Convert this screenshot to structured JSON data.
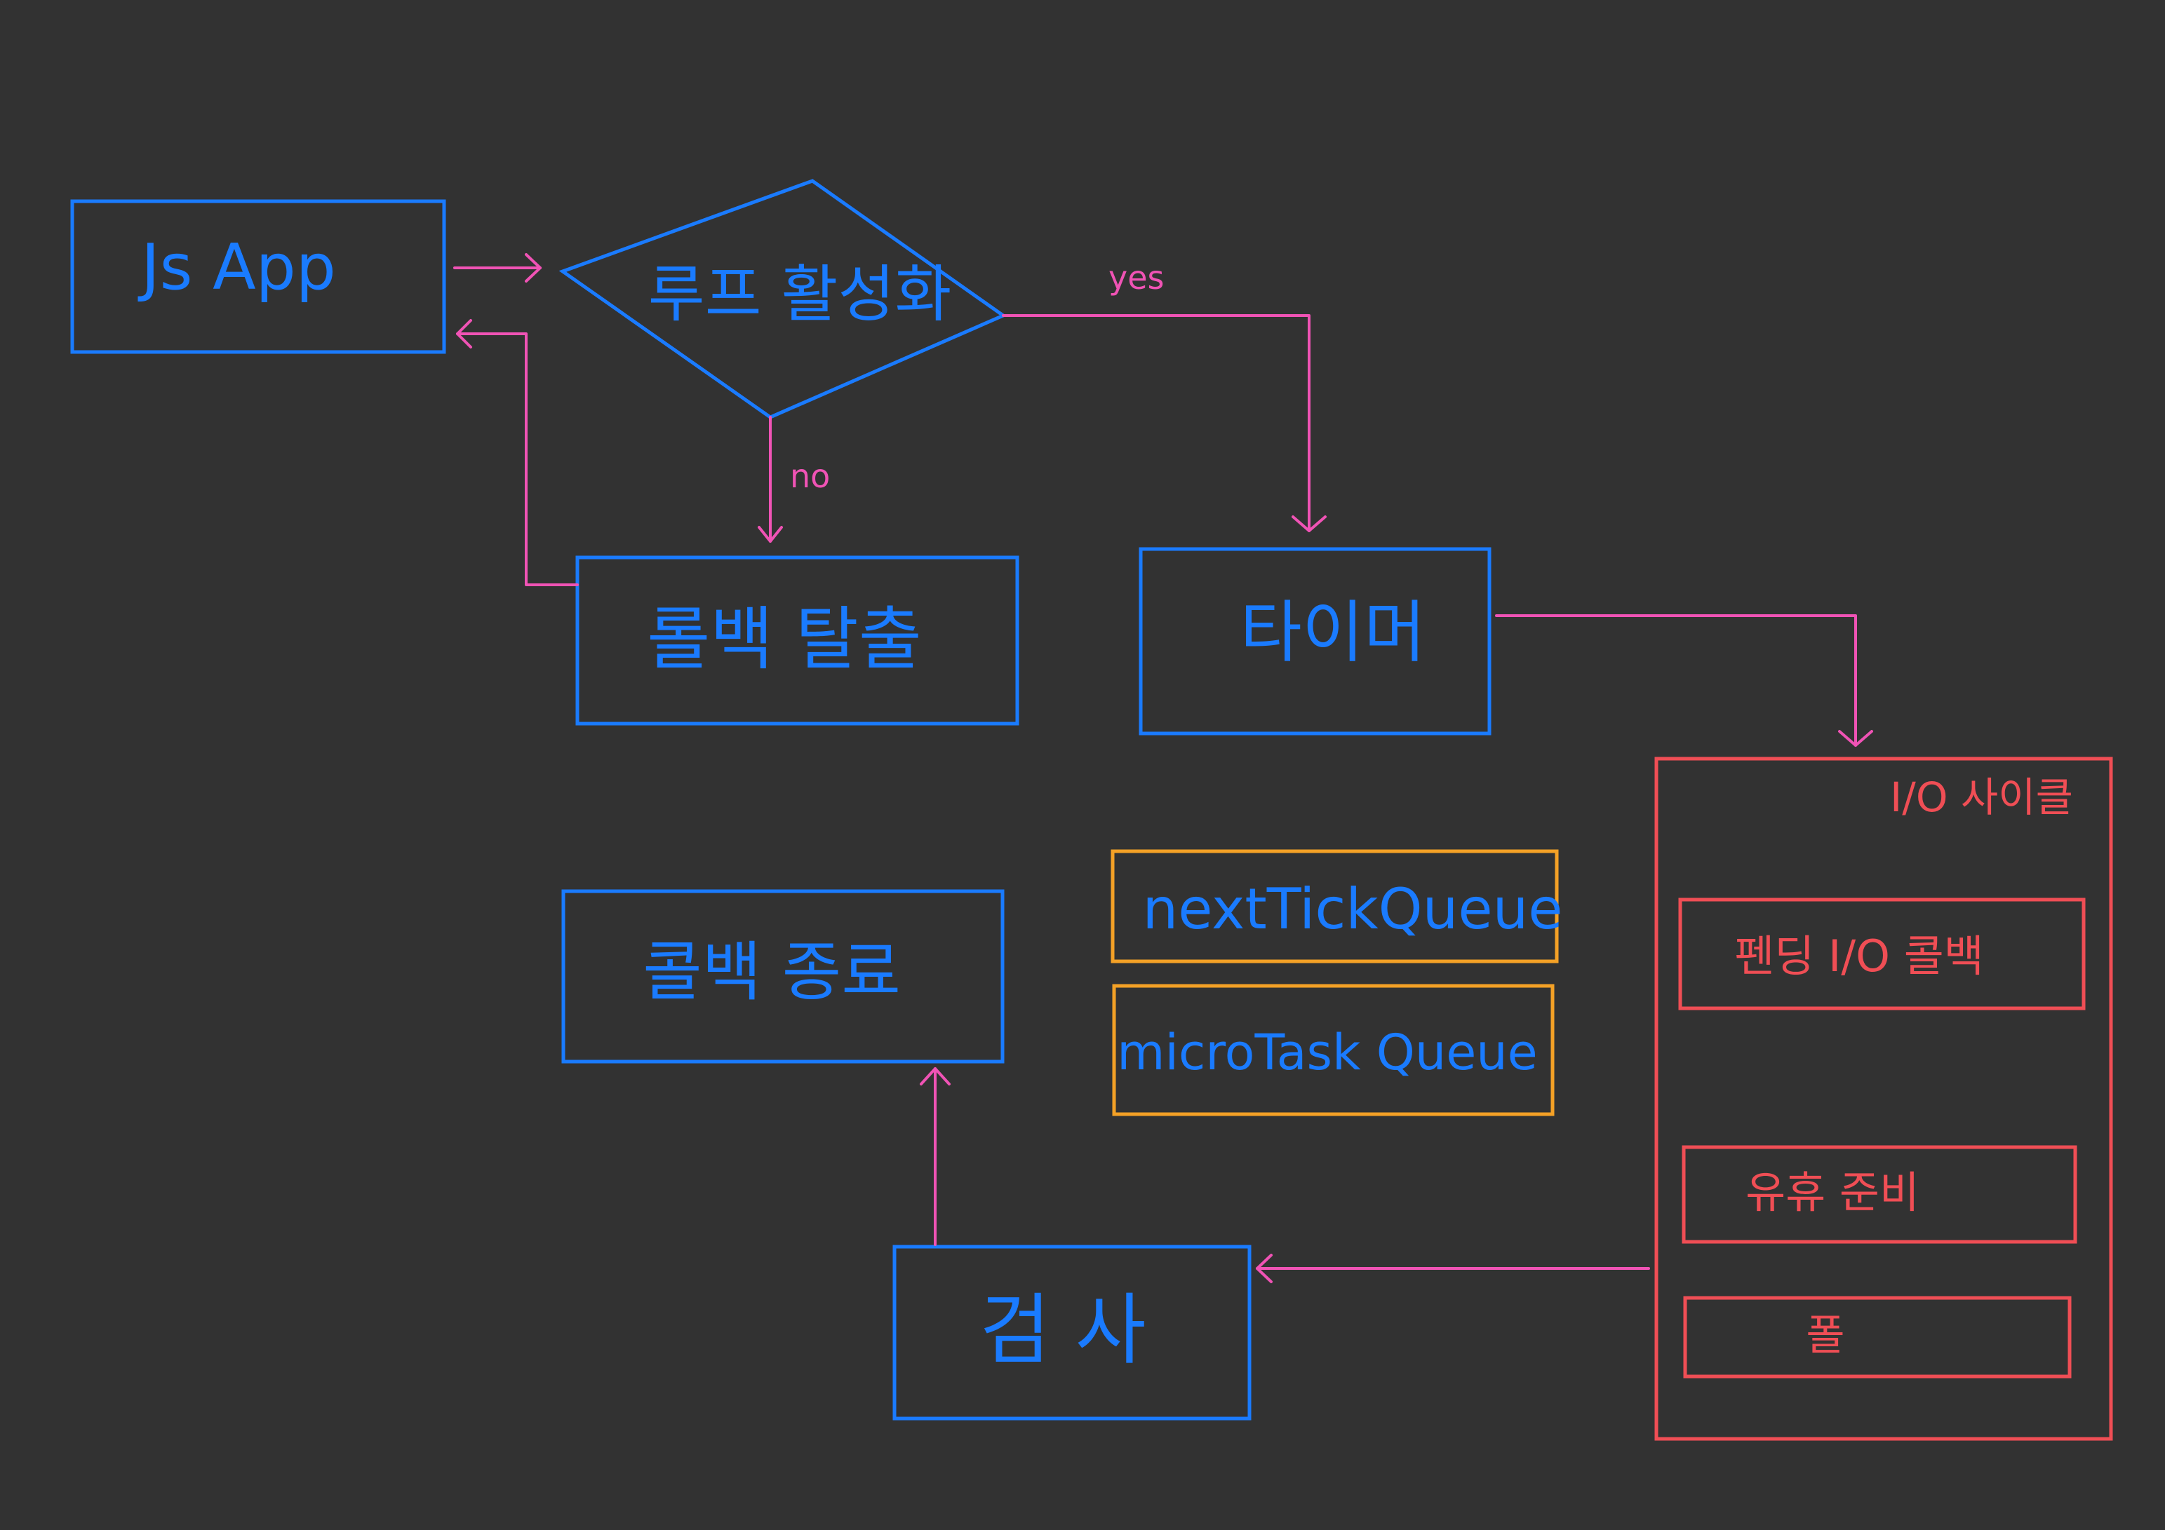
{
  "nodes": {
    "js_app": "Js App",
    "loop_active": "루프 활성화",
    "rollback_exit": "롤백 탈출",
    "timer": "타이머",
    "callback_end": "콜백 종료",
    "next_tick_queue": "nextTickQueue",
    "micro_task_queue": "microTask Queue",
    "check": "검 사",
    "io_cycle": "I/O 사이클",
    "pending_io_callback": "펜딩 I/O 콜백",
    "idle_prepare": "유휴 준비",
    "poll": "폴"
  },
  "edges": {
    "yes": "yes",
    "no": "no"
  },
  "colors": {
    "background": "#323232",
    "blue": "#1a7bff",
    "orange": "#f4a126",
    "red": "#f04e55",
    "pink": "#f053b5"
  }
}
